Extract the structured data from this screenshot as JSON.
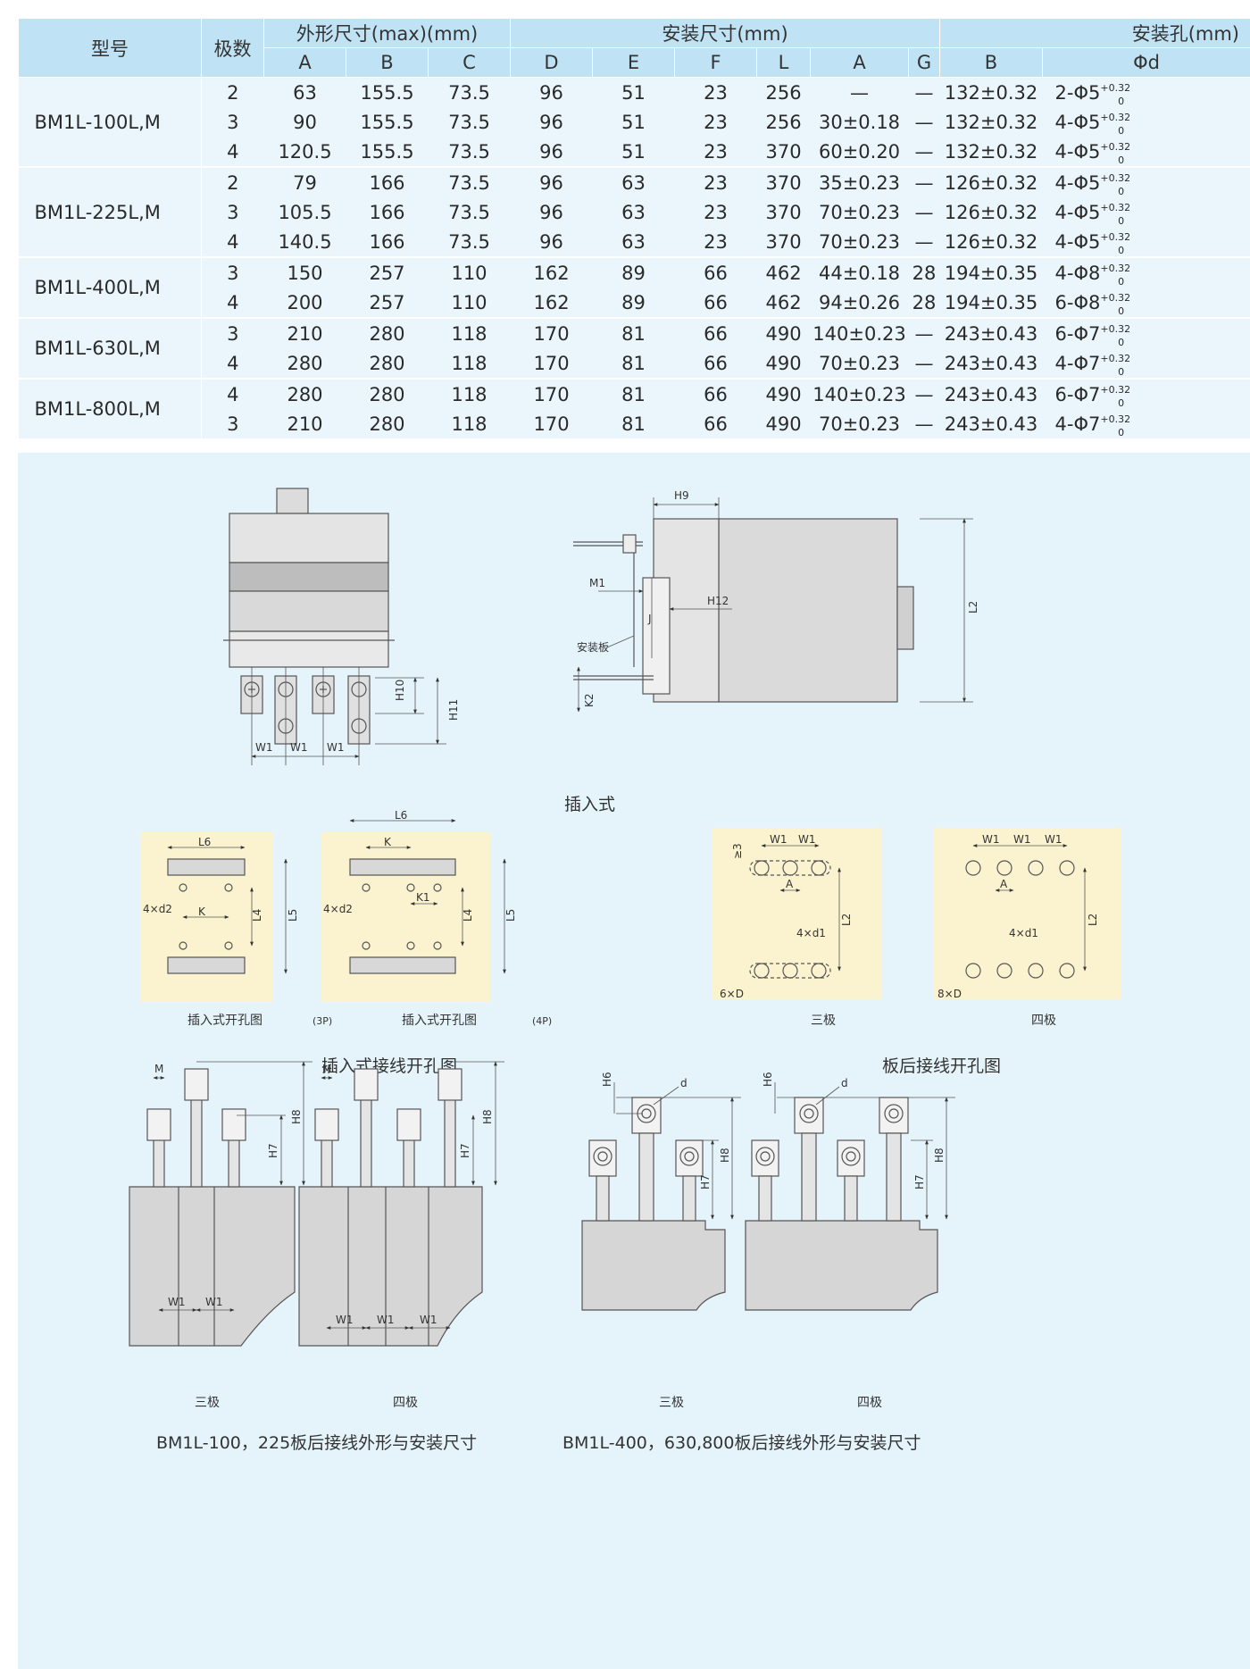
{
  "table": {
    "header": {
      "model": "型号",
      "poles": "极数",
      "outline": "外形尺寸(max)(mm)",
      "install": "安装尺寸(mm)",
      "hole": "安装孔(mm)",
      "sub": [
        "A",
        "B",
        "C",
        "D",
        "E",
        "F",
        "L",
        "A",
        "G",
        "B",
        "Φd"
      ]
    },
    "rows": [
      {
        "model": "BM1L-100L,M",
        "poles": "2",
        "A": "63",
        "B": "155.5",
        "C": "73.5",
        "D": "96",
        "E": "51",
        "F": "23",
        "L": "256",
        "IA": "—",
        "G": "—",
        "IB": "132±0.32",
        "d": "2-Φ5"
      },
      {
        "model": "",
        "poles": "3",
        "A": "90",
        "B": "155.5",
        "C": "73.5",
        "D": "96",
        "E": "51",
        "F": "23",
        "L": "256",
        "IA": "30±0.18",
        "G": "—",
        "IB": "132±0.32",
        "d": "4-Φ5"
      },
      {
        "model": "",
        "poles": "4",
        "A": "120.5",
        "B": "155.5",
        "C": "73.5",
        "D": "96",
        "E": "51",
        "F": "23",
        "L": "370",
        "IA": "60±0.20",
        "G": "—",
        "IB": "132±0.32",
        "d": "4-Φ5"
      },
      {
        "model": "BM1L-225L,M",
        "poles": "2",
        "A": "79",
        "B": "166",
        "C": "73.5",
        "D": "96",
        "E": "63",
        "F": "23",
        "L": "370",
        "IA": "35±0.23",
        "G": "—",
        "IB": "126±0.32",
        "d": "4-Φ5"
      },
      {
        "model": "",
        "poles": "3",
        "A": "105.5",
        "B": "166",
        "C": "73.5",
        "D": "96",
        "E": "63",
        "F": "23",
        "L": "370",
        "IA": "70±0.23",
        "G": "—",
        "IB": "126±0.32",
        "d": "4-Φ5"
      },
      {
        "model": "",
        "poles": "4",
        "A": "140.5",
        "B": "166",
        "C": "73.5",
        "D": "96",
        "E": "63",
        "F": "23",
        "L": "370",
        "IA": "70±0.23",
        "G": "—",
        "IB": "126±0.32",
        "d": "4-Φ5"
      },
      {
        "model": "BM1L-400L,M",
        "poles": "3",
        "A": "150",
        "B": "257",
        "C": "110",
        "D": "162",
        "E": "89",
        "F": "66",
        "L": "462",
        "IA": "44±0.18",
        "G": "28",
        "IB": "194±0.35",
        "d": "4-Φ8"
      },
      {
        "model": "",
        "poles": "4",
        "A": "200",
        "B": "257",
        "C": "110",
        "D": "162",
        "E": "89",
        "F": "66",
        "L": "462",
        "IA": "94±0.26",
        "G": "28",
        "IB": "194±0.35",
        "d": "6-Φ8"
      },
      {
        "model": "BM1L-630L,M",
        "poles": "3",
        "A": "210",
        "B": "280",
        "C": "118",
        "D": "170",
        "E": "81",
        "F": "66",
        "L": "490",
        "IA": "140±0.23",
        "G": "—",
        "IB": "243±0.43",
        "d": "6-Φ7"
      },
      {
        "model": "",
        "poles": "4",
        "A": "280",
        "B": "280",
        "C": "118",
        "D": "170",
        "E": "81",
        "F": "66",
        "L": "490",
        "IA": "70±0.23",
        "G": "—",
        "IB": "243±0.43",
        "d": "4-Φ7"
      },
      {
        "model": "BM1L-800L,M",
        "poles": "4",
        "A": "280",
        "B": "280",
        "C": "118",
        "D": "170",
        "E": "81",
        "F": "66",
        "L": "490",
        "IA": "140±0.23",
        "G": "—",
        "IB": "243±0.43",
        "d": "6-Φ7"
      },
      {
        "model": "",
        "poles": "3",
        "A": "210",
        "B": "280",
        "C": "118",
        "D": "170",
        "E": "81",
        "F": "66",
        "L": "490",
        "IA": "70±0.23",
        "G": "—",
        "IB": "243±0.43",
        "d": "4-Φ7"
      }
    ],
    "tolerance_upper": "+0.32",
    "tolerance_lower": "0"
  },
  "diagrams": {
    "plugin_caption": "插入式",
    "install_plate": "安装板",
    "fig1_caption": "插入式开孔图",
    "fig1_tag": "(3P)",
    "fig2_caption": "插入式开孔图",
    "fig2_tag": "(4P)",
    "plugin_holes_caption": "插入式接线开孔图",
    "three_pole": "三极",
    "four_pole": "四极",
    "rear_holes_caption": "板后接线开孔图",
    "rear_small_caption": "BM1L-100，225板后接线外形与安装尺寸",
    "rear_large_caption": "BM1L-400，630,800板后接线外形与安装尺寸",
    "labels": {
      "H9": "H9",
      "H10": "H10",
      "H11": "H11",
      "H12": "H12",
      "M1": "M1",
      "J": "J",
      "K2": "K2",
      "L2": "L2",
      "L4": "L4",
      "L5": "L5",
      "L6": "L6",
      "K": "K",
      "K1": "K1",
      "W1": "W1",
      "A": "A",
      "M": "M",
      "H6": "H6",
      "H7": "H7",
      "H8": "H8",
      "d": "d",
      "ge3": "≥3",
      "d2x4": "4×d2",
      "d1x4": "4×d1",
      "Dx6": "6×D",
      "Dx8": "8×D"
    }
  }
}
